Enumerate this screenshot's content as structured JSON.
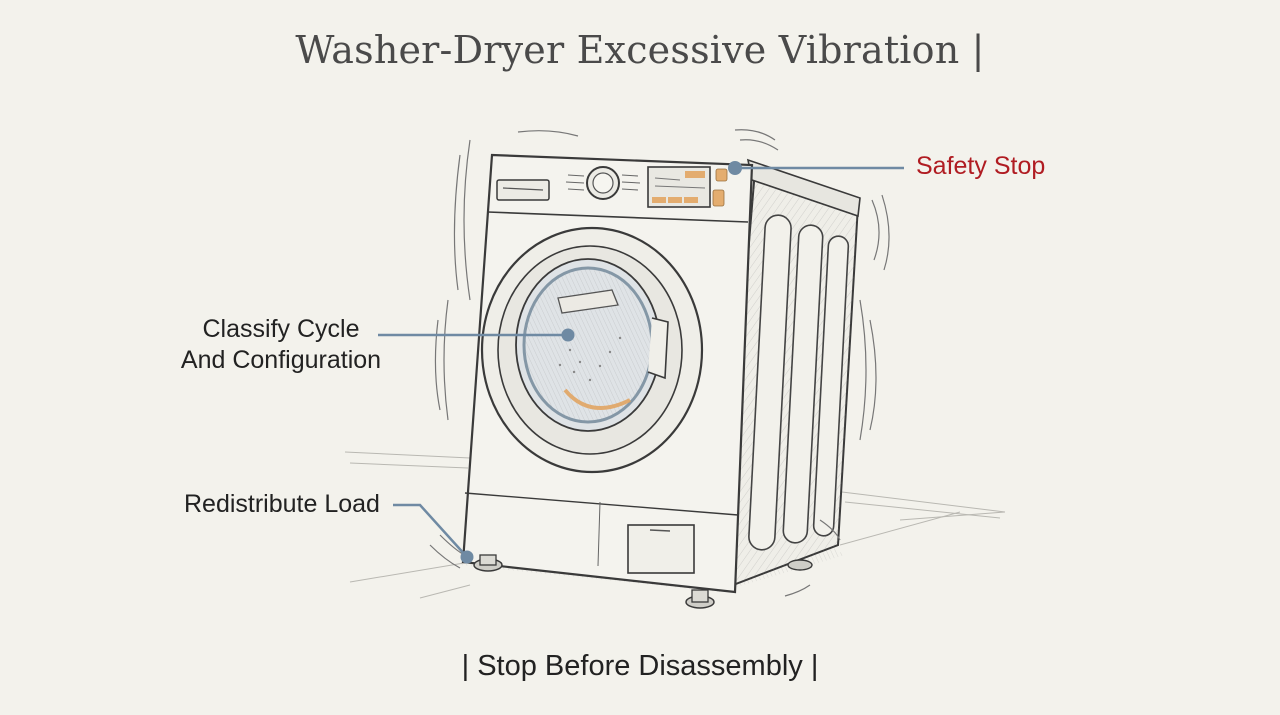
{
  "title": "Washer-Dryer Excessive Vibration |",
  "callouts": {
    "classify_line1": "Classify Cycle",
    "classify_line2": "And Configuration",
    "redistribute": "Redistribute Load",
    "safety_stop": "Safety Stop"
  },
  "footer": "| Stop Before Disassembly |",
  "colors": {
    "background": "#f3f2ec",
    "callout_line": "#6f8aa3",
    "safety_text": "#b01c22",
    "accent_orange": "#e2a15a"
  }
}
